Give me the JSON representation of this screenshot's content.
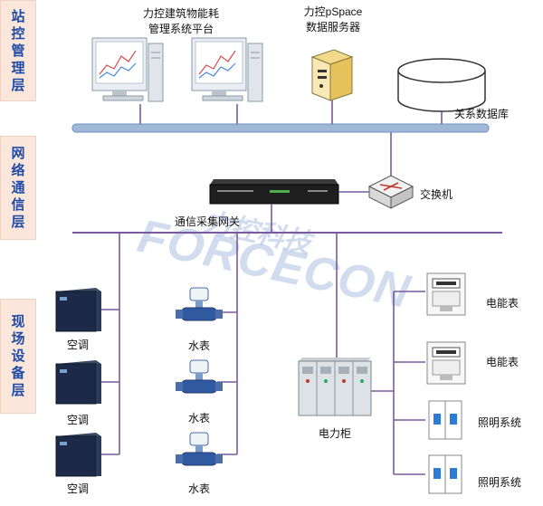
{
  "layers": {
    "station": [
      "站",
      "控",
      "管",
      "理",
      "层"
    ],
    "network": [
      "网",
      "络",
      "通",
      "信",
      "层"
    ],
    "field": [
      "现",
      "场",
      "设",
      "备",
      "层"
    ]
  },
  "labels": {
    "energy_platform_line1": "力控建筑物能耗",
    "energy_platform_line2": "管理系统平台",
    "pspace_line1": "力控pSpace",
    "pspace_line2": "数据服务器",
    "relational_db": "关系数据库",
    "switch": "交换机",
    "gateway": "通信采集网关",
    "ac": "空调",
    "water_meter": "水表",
    "power_cabinet": "电力柜",
    "energy_meter": "电能表",
    "lighting": "照明系统"
  },
  "watermark": {
    "text_cn": "力控科技",
    "text_en": "FORCECON"
  },
  "colors": {
    "bus": "#9fb8d8",
    "line": "#7a5a9e",
    "layer_bg": "#fbe6dc",
    "layer_text": "#1e4aa8"
  },
  "icons": {
    "workstation": "computer-monitor-icon",
    "server": "server-tower-icon",
    "database": "database-cylinder-icon",
    "switch": "network-switch-icon",
    "gateway": "rack-gateway-icon",
    "ac": "air-conditioner-cabinet-icon",
    "water_meter": "water-flow-meter-icon",
    "cabinet": "power-cabinet-icon",
    "energy_meter": "electric-meter-icon",
    "breaker": "circuit-breaker-icon"
  }
}
